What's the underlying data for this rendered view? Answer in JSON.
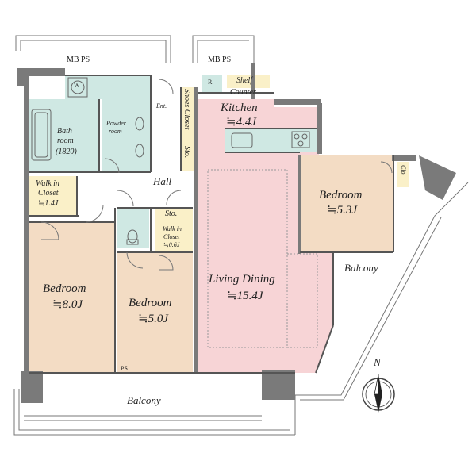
{
  "labels": {
    "mb_ps_left": "MB PS",
    "mb_ps_right": "MB PS",
    "shelf": "Shelf",
    "counter": "Counter",
    "kitchen": "Kitchen",
    "kitchen_size": "≒4.4J",
    "refrigerator": "R",
    "washer": "W",
    "bathroom": "Bath",
    "bathroom_line2": "room",
    "bathroom_size": "(1820)",
    "powder_room": "Powder",
    "powder_room_line2": "room",
    "entrance": "Ent.",
    "shoes_closet": "Shoes Closet",
    "storage_vertical": "Sto.",
    "walk_in_closet_left": "Walk in",
    "walk_in_closet_left_line2": "Closet",
    "walk_in_closet_left_size": "≒1.4J",
    "hall": "Hall",
    "storage_hall": "Sto.",
    "walk_in_closet_small": "Walk in",
    "walk_in_closet_small_line2": "Closet",
    "walk_in_closet_small_size": "≒0.6J",
    "bedroom_right": "Bedroom",
    "bedroom_right_size": "≒5.3J",
    "closet_right": "Clo.",
    "balcony_right": "Balcony",
    "bedroom_left": "Bedroom",
    "bedroom_left_size": "≒8.0J",
    "bedroom_middle": "Bedroom",
    "bedroom_middle_size": "≒5.0J",
    "living_dining": "Living Dining",
    "living_dining_size": "≒15.4J",
    "ps_bottom": "PS",
    "balcony_bottom": "Balcony",
    "compass_n": "N"
  },
  "colors": {
    "bedroom": "#f3dcc4",
    "living": "#f7d4d6",
    "wet": "#cfe8e3",
    "closet": "#faf0c8",
    "floor_white": "#ffffff",
    "wall": "#7a7a7a",
    "line": "#555555"
  }
}
